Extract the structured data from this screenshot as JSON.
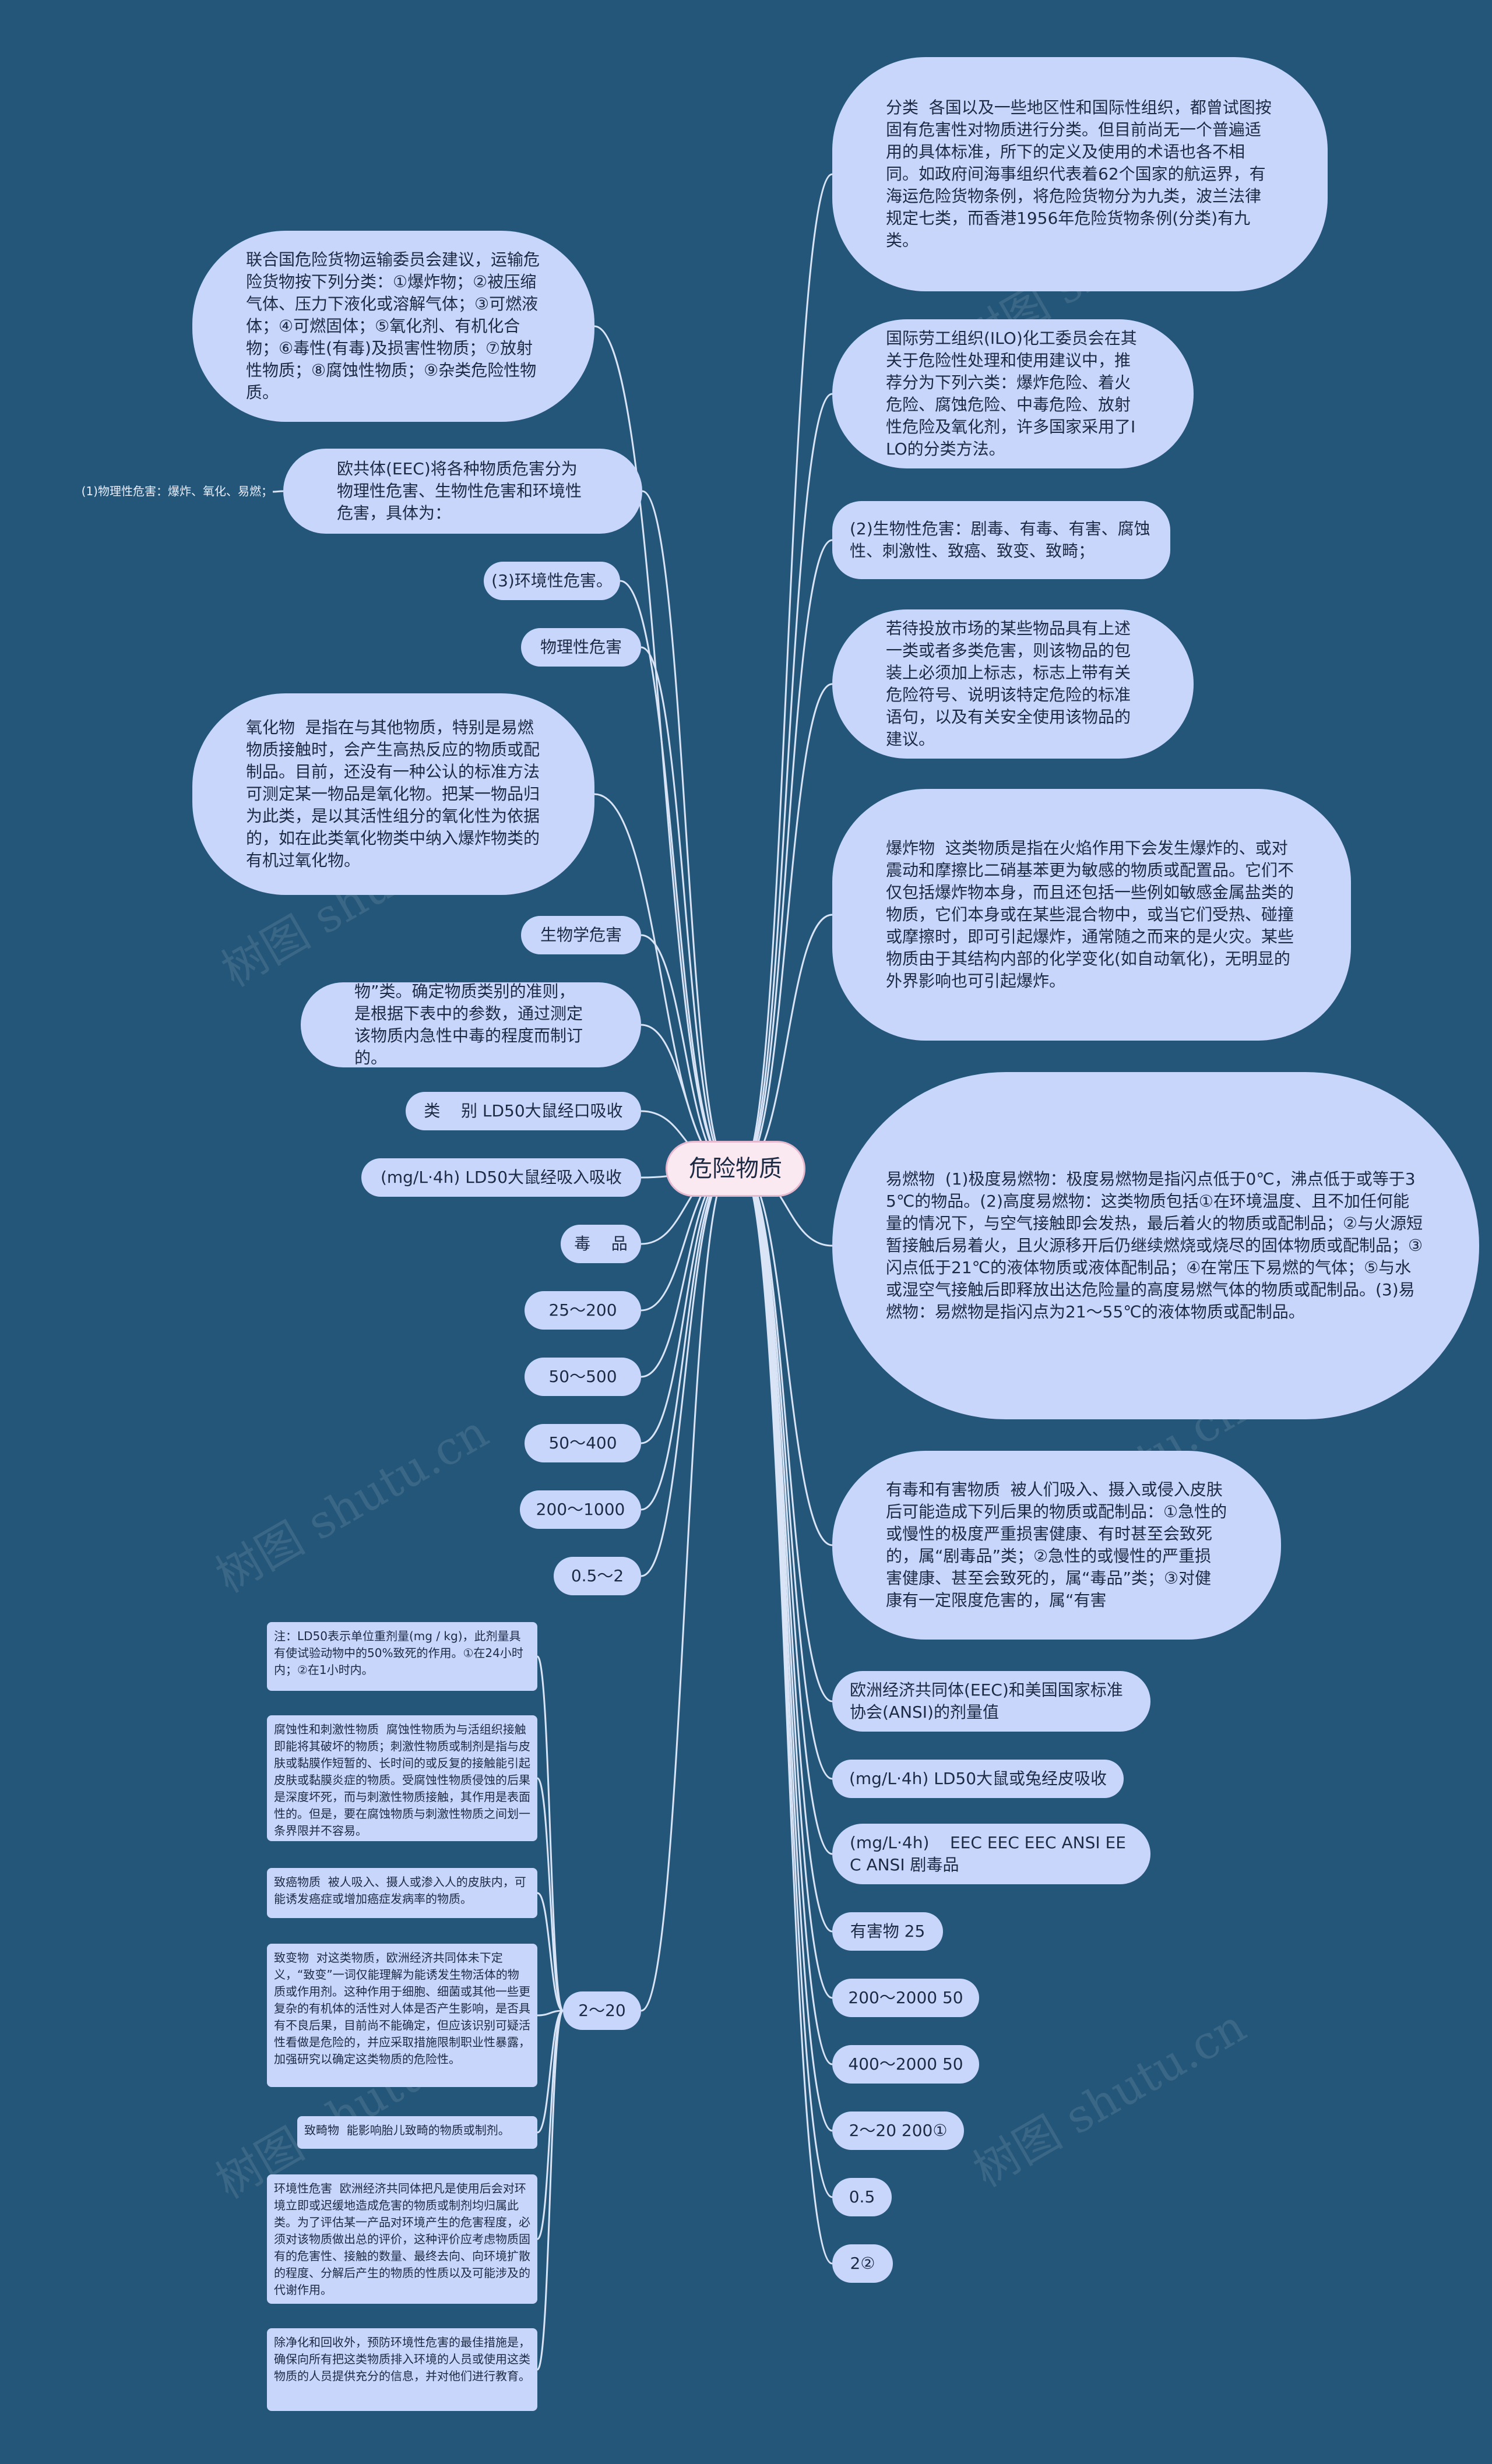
{
  "root": "危险物质",
  "right": [
    "分类  各国以及一些地区性和国际性组织，都曾试图按固有危害性对物质进行分类。但目前尚无一个普遍适用的具体标准，所下的定义及使用的术语也各不相同。如政府间海事组织代表着62个国家的航运界，有海运危险货物条例，将危险货物分为九类，波兰法律规定七类，而香港1956年危险货物条例(分类)有九类。",
    "国际劳工组织(ILO)化工委员会在其关于危险性处理和使用建议中，推荐分为下列六类：爆炸危险、着火危险、腐蚀危险、中毒危险、放射性危险及氧化剂，许多国家采用了ILO的分类方法。",
    "(2)生物性危害：剧毒、有毒、有害、腐蚀性、刺激性、致癌、致变、致畸；",
    "若待投放市场的某些物品具有上述一类或者多类危害，则该物品的包装上必须加上标志，标志上带有关危险符号、说明该特定危险的标准语句，以及有关安全使用该物品的建议。",
    "爆炸物  这类物质是指在火焰作用下会发生爆炸的、或对震动和摩擦比二硝基苯更为敏感的物质或配置品。它们不仅包括爆炸物本身，而且还包括一些例如敏感金属盐类的物质，它们本身或在某些混合物中，或当它们受热、碰撞或摩擦时，即可引起爆炸，通常随之而来的是火灾。某些物质由于其结构内部的化学变化(如自动氧化)，无明显的外界影响也可引起爆炸。",
    "易燃物  (1)极度易燃物：极度易燃物是指闪点低于0℃，沸点低于或等于35℃的物品。(2)高度易燃物：这类物质包括①在环境温度、且不加任何能量的情况下，与空气接触即会发热，最后着火的物质或配制品；②与火源短暂接触后易着火，且火源移开后仍继续燃烧或烧尽的固体物质或配制品；③闪点低于21℃的液体物质或液体配制品；④在常压下易燃的气体；⑤与水或湿空气接触后即释放出达危险量的高度易燃气体的物质或配制品。(3)易燃物：易燃物是指闪点为21～55℃的液体物质或配制品。",
    "有毒和有害物质  被人们吸入、摄入或侵入皮肤后可能造成下列后果的物质或配制品：①急性的或慢性的极度严重损害健康、有时甚至会致死的，属“剧毒品”类；②急性的或慢性的严重损害健康、甚至会致死的，属“毒品”类；③对健康有一定限度危害的，属“有害",
    "欧洲经济共同体(EEC)和美国国家标准协会(ANSI)的剂量值",
    "(mg/L·4h) LD50大鼠或兔经皮吸收",
    "(mg/L·4h)    EEC EEC EEC ANSI EEC ANSI 剧毒品",
    "有害物 25",
    "200～2000 50",
    "400～2000 50",
    "2～20 200①",
    "0.5",
    "2②"
  ],
  "left": [
    "联合国危险货物运输委员会建议，运输危险货物按下列分类：①爆炸物；②被压缩气体、压力下液化或溶解气体；③可燃液体；④可燃固体；⑤氧化剂、有机化合物；⑥毒性(有毒)及损害性物质；⑦放射性物质；⑧腐蚀性物质；⑨杂类危险性物质。",
    "欧共体(EEC)将各种物质危害分为物理性危害、生物性危害和环境性危害，具体为：",
    "(3)环境性危害。",
    "物理性危害",
    "氧化物  是指在与其他物质，特别是易燃物质接触时，会产生高热反应的物质或配制品。目前，还没有一种公认的标准方法可测定某一物品是氧化物。把某一物品归为此类，是以其活性组分的氧化性为依据的，如在此类氧化物类中纳入爆炸物类的有机过氧化物。",
    "生物学危害",
    "物”类。确定物质类别的准则，是根据下表中的参数，通过测定该物质内急性中毒的程度而制订的。",
    "类    别 LD50大鼠经口吸收",
    "(mg/L·4h) LD50大鼠经吸入吸收",
    "毒    品",
    "25～200",
    "50～500",
    "50～400",
    "200～1000",
    "0.5～2",
    "2～20"
  ],
  "far_left": "(1)物理性危害：爆炸、氧化、易燃；",
  "notes": [
    "注：LD50表示单位重剂量(mg / kg)，此剂量具有使试验动物中的50%致死的作用。①在24小时内；②在1小时内。",
    "腐蚀性和刺激性物质  腐蚀性物质为与活组织接触即能将其破坏的物质；刺激性物质或制剂是指与皮肤或黏膜作短暂的、长时间的或反复的接触能引起皮肤或黏膜炎症的物质。受腐蚀性物质侵蚀的后果是深度坏死，而与刺激性物质接触，其作用是表面性的。但是，要在腐蚀物质与刺激性物质之间划一条界限并不容易。",
    "致癌物质  被人吸入、摄人或渗入人的皮肤内，可能诱发癌症或增加癌症发病率的物质。",
    "致变物  对这类物质，欧洲经济共同体未下定义，“致变”一词仅能理解为能诱发生物活体的物质或作用剂。这种作用于细胞、细菌或其他一些更复杂的有机体的活性对人体是否产生影响，是否具有不良后果，目前尚不能确定，但应该识别可疑活性看做是危险的，并应采取措施限制职业性暴露，加强研究以确定这类物质的危险性。",
    "致畸物  能影响胎儿致畸的物质或制剂。",
    "环境性危害  欧洲经济共同体把凡是使用后会对环境立即或迟缓地造成危害的物质或制剂均归属此类。为了评估某一产品对环境产生的危害程度，必须对该物质做出总的评价，这种评价应考虑物质固有的危害性、接触的数量、最终去向、向环境扩散的程度、分解后产生的物质的性质以及可能涉及的代谢作用。",
    "除净化和回收外，预防环境性危害的最佳措施是，确保向所有把这类物质排入环境的人员或使用这类物质的人员提供充分的信息，并对他们进行教育。"
  ],
  "watermark": "树图 shutu.cn",
  "colors": {
    "background": "#245679",
    "node_fill": "#c9d6fb",
    "root_fill": "#fbe9f1",
    "root_border": "#e7b9cf",
    "link": "#d9e4f7"
  }
}
